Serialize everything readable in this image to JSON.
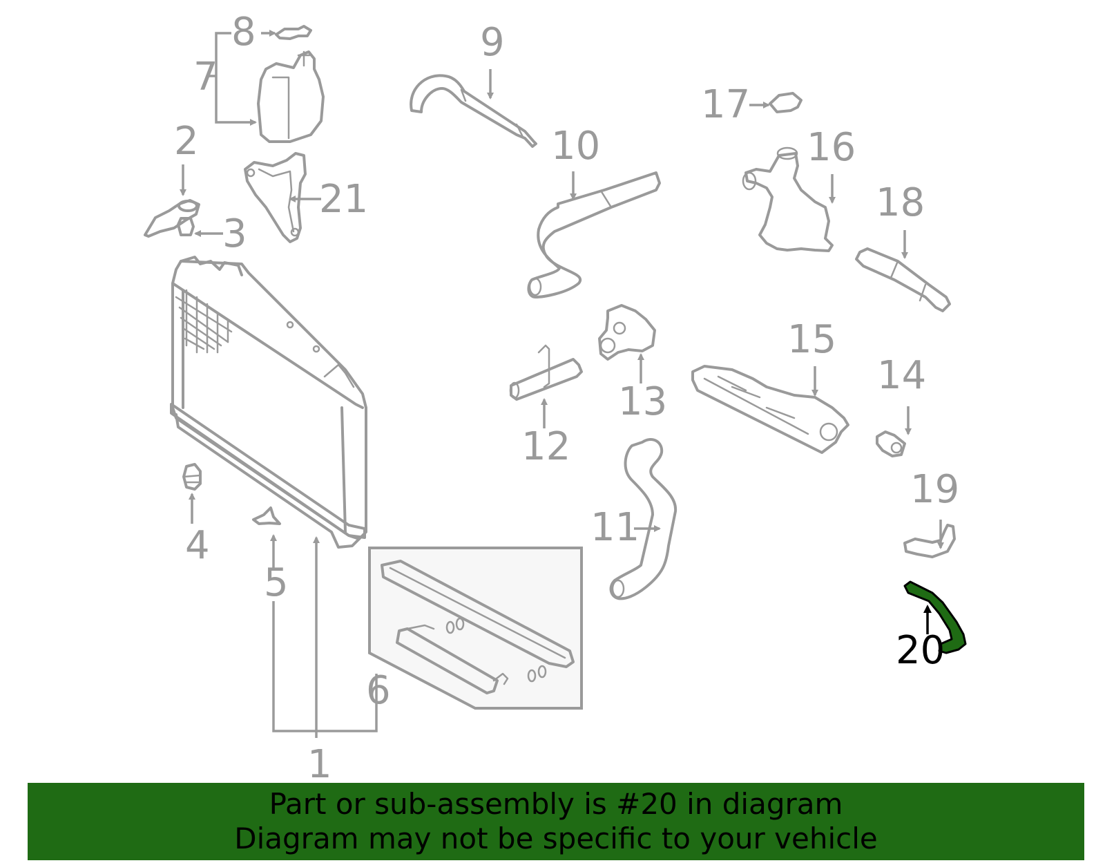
{
  "diagram": {
    "highlight_color": "#1f6b14",
    "part_color": "#9a9a9a",
    "highlighted_part": "20",
    "callouts": [
      {
        "id": "1",
        "label": "1"
      },
      {
        "id": "2",
        "label": "2"
      },
      {
        "id": "3",
        "label": "3"
      },
      {
        "id": "4",
        "label": "4"
      },
      {
        "id": "5",
        "label": "5"
      },
      {
        "id": "6",
        "label": "6"
      },
      {
        "id": "7",
        "label": "7"
      },
      {
        "id": "8",
        "label": "8"
      },
      {
        "id": "9",
        "label": "9"
      },
      {
        "id": "10",
        "label": "10"
      },
      {
        "id": "11",
        "label": "11"
      },
      {
        "id": "12",
        "label": "12"
      },
      {
        "id": "13",
        "label": "13"
      },
      {
        "id": "14",
        "label": "14"
      },
      {
        "id": "15",
        "label": "15"
      },
      {
        "id": "16",
        "label": "16"
      },
      {
        "id": "17",
        "label": "17"
      },
      {
        "id": "18",
        "label": "18"
      },
      {
        "id": "19",
        "label": "19"
      },
      {
        "id": "20",
        "label": "20"
      },
      {
        "id": "21",
        "label": "21"
      }
    ]
  },
  "banner": {
    "line1": "Part or sub-assembly is #20 in diagram",
    "line2": "Diagram may not be specific to your vehicle"
  }
}
